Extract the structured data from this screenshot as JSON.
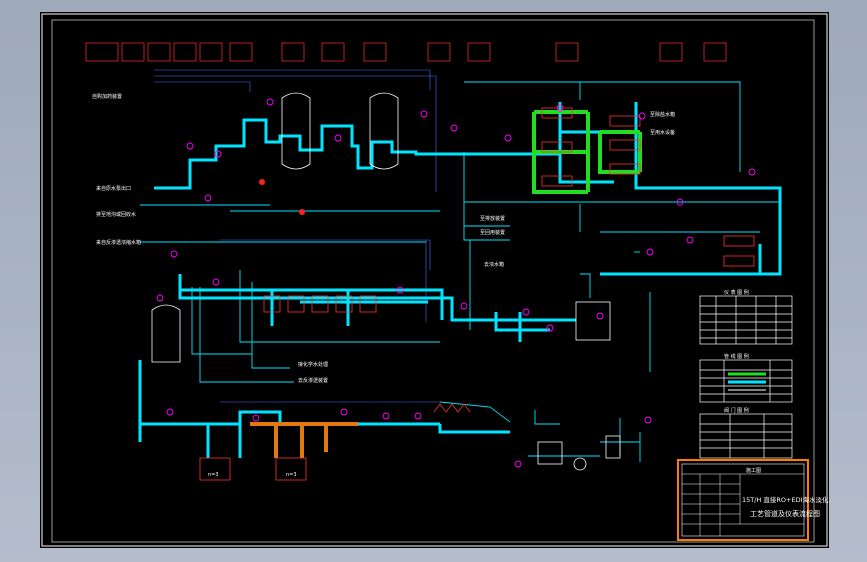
{
  "title_block": {
    "line1": "15T/H 直接RO+EDI海水淡化",
    "line2": "工艺管道及仪表流程图",
    "header": "施工图"
  },
  "labels": {
    "left_1": "自购加药装置",
    "left_2": "来自原水泵出口",
    "left_3": "排至地沟或回收水",
    "left_4": "来自反渗透浓缩水箱",
    "right_1": "至除盐水箱",
    "right_2": "至用水设备",
    "mid_1": "至排放装置",
    "mid_2": "至回用装置",
    "mid_3": "去浓水箱",
    "bot_1": "接化学水处理",
    "bot_2": "去反渗透装置",
    "bot_n1": "n=3",
    "bot_n2": "n=3"
  },
  "legend": {
    "table1_title": "仪 表 图 例",
    "table2_title": "管 线 图 例",
    "table3_title": "阀 门 图 例"
  },
  "colors": {
    "background": "#000000",
    "pipe_main": "#00e5ff",
    "pipe_green": "#22dd22",
    "pipe_orange": "#e07a10",
    "instrument": "#ff00ff",
    "title_border": "#ff7a00"
  }
}
